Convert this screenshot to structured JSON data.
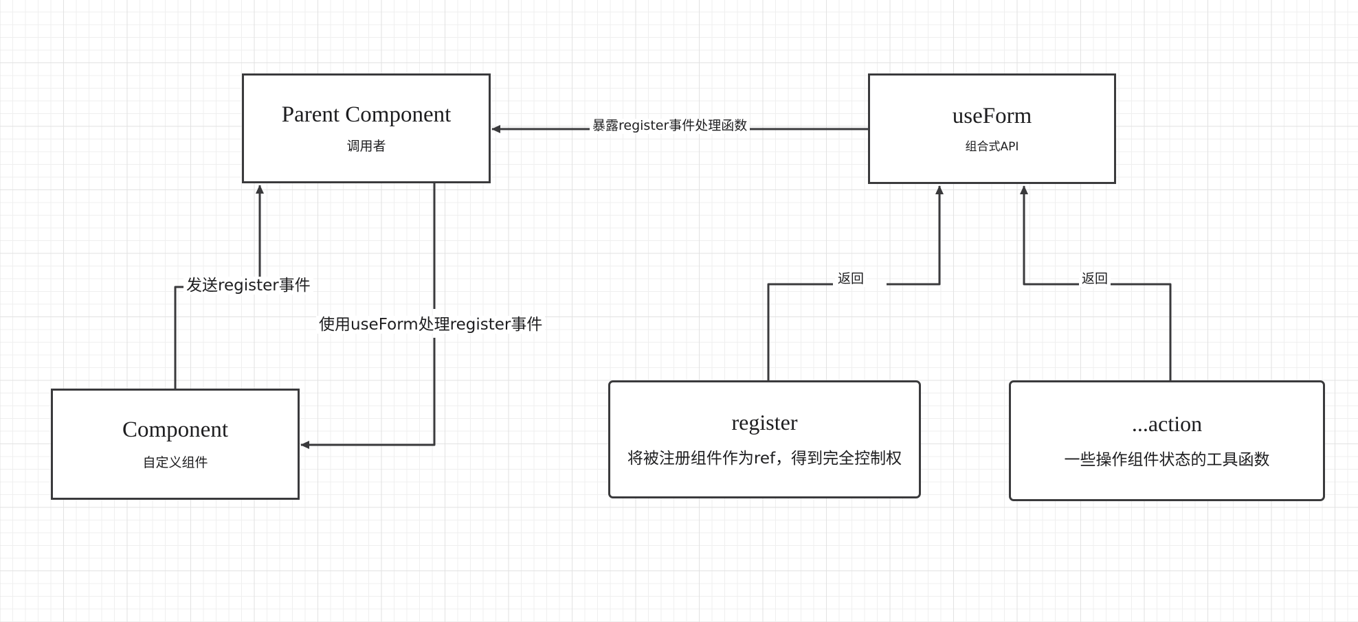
{
  "diagram": {
    "type": "flowchart",
    "background": "#ffffff",
    "grid_color": "#efefef",
    "grid_major_color": "#e2e2e2",
    "node_border_color": "#3a3a3c",
    "text_color": "#1d1d1f",
    "nodes": [
      {
        "id": "parent-component",
        "title": "Parent Component",
        "subtitle": "调用者"
      },
      {
        "id": "use-form",
        "title": "useForm",
        "subtitle": "组合式API"
      },
      {
        "id": "component",
        "title": "Component",
        "subtitle": "自定义组件"
      },
      {
        "id": "register",
        "title": "register",
        "subtitle": "将被注册组件作为ref，得到完全控制权"
      },
      {
        "id": "action",
        "title": "...action",
        "subtitle": "一些操作组件状态的工具函数"
      }
    ],
    "edges": [
      {
        "id": "expose-register",
        "from": "use-form",
        "to": "parent-component",
        "label": "暴露register事件处理函数"
      },
      {
        "id": "send-register",
        "from": "component",
        "to": "parent-component",
        "label": "发送register事件"
      },
      {
        "id": "use-useform",
        "from": "parent-component",
        "to": "component",
        "label": "使用useForm处理register事件"
      },
      {
        "id": "return-register",
        "from": "register",
        "to": "use-form",
        "label": "返回"
      },
      {
        "id": "return-action",
        "from": "action",
        "to": "use-form",
        "label": "返回"
      }
    ]
  }
}
